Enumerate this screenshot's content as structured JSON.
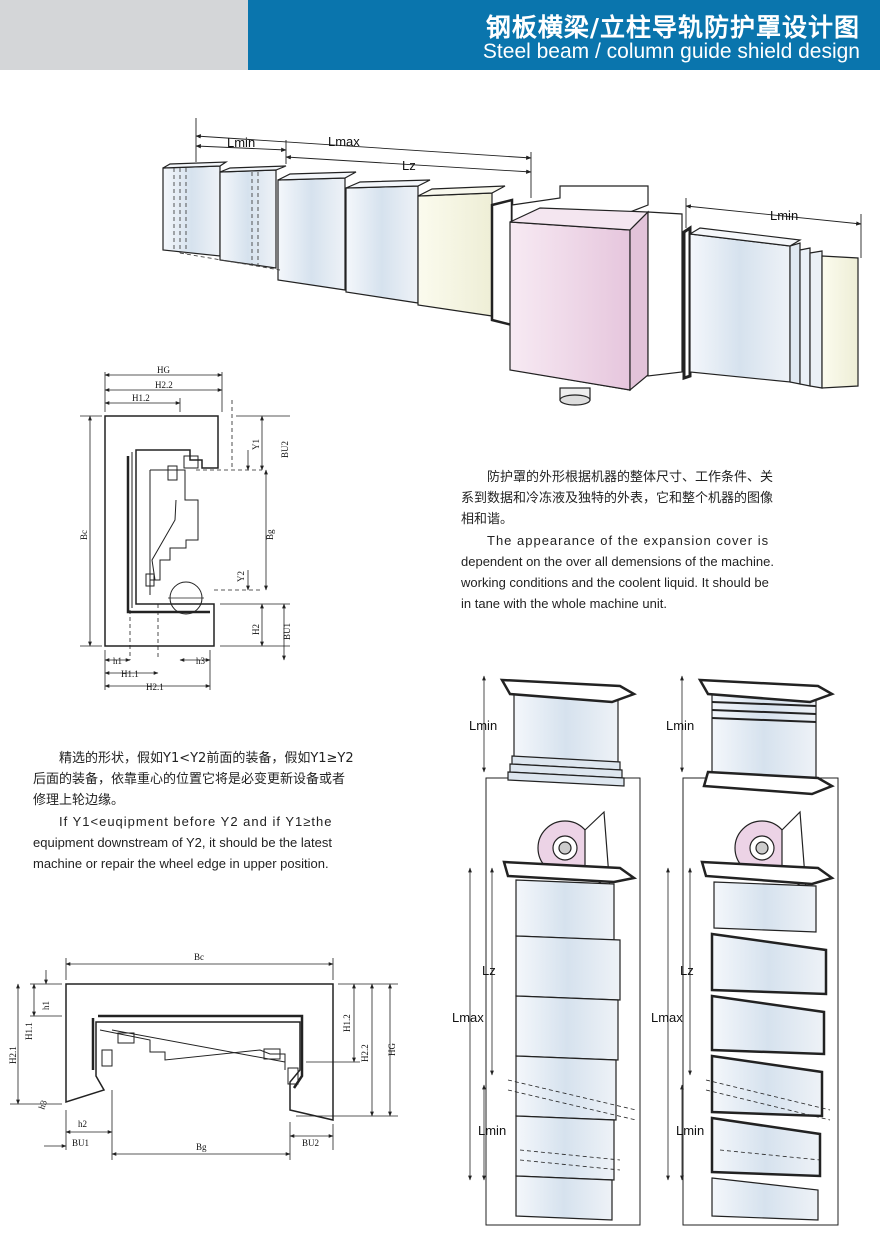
{
  "header": {
    "title_cn": "钢板横梁/立柱导轨防护罩设计图",
    "title_en": "Steel beam / column guide shield design"
  },
  "top_drawing": {
    "labels": {
      "lmin_left": "Lmin",
      "lmax": "Lmax",
      "lz": "Lz",
      "lmin_right": "Lmin"
    }
  },
  "section1": {
    "labels": {
      "hg": "HG",
      "h22": "H2.2",
      "h12": "H1.2",
      "bc": "Bc",
      "bg": "Bg",
      "y1": "Y1",
      "bu2": "BU2",
      "y2": "Y2",
      "h2": "H2",
      "bu1": "BU1",
      "h1": "h1",
      "h3": "h3",
      "h11": "H1.1",
      "h21": "H2.1"
    }
  },
  "desc": {
    "cn": "防护罩的外形根据机器的整体尺寸、工作条件、关系到数据和冷冻液及独特的外表，它和整个机器的图像相和谐。",
    "cn_lines": [
      "防护罩的外形根据机器的整体尺寸、工作条件、关",
      "系到数据和冷冻液及独特的外表，它和整个机器的图像",
      "相和谐。"
    ],
    "en_lines": [
      "The appearance of the expansion cover is",
      "dependent on the over all demensions of the machine.",
      "working conditions and the coolent liquid. It should be",
      "in tane with the whole machine unit."
    ]
  },
  "shape_note": {
    "cn_lines": [
      "精选的形状，假如Y1<Y2前面的装备，假如Y1≥Y2",
      "后面的装备，依靠重心的位置它将是必变更新设备或者",
      "修理上轮边缘。"
    ],
    "en_lines": [
      "If Y1<euqipment before Y2 and if Y1≥the",
      "equipment downstream of Y2, it should be the latest",
      "machine or repair the wheel edge in upper position."
    ]
  },
  "section2": {
    "labels": {
      "bc": "Bc",
      "h1": "h1",
      "h11": "H1.1",
      "h21": "H2.1",
      "h12": "H1.2",
      "h22": "H2.2",
      "hg": "HG",
      "h3": "h3",
      "h2": "h2",
      "bu1": "BU1",
      "bg": "Bg",
      "bu2": "BU2"
    }
  },
  "columns": {
    "left": {
      "lmin_top": "Lmin",
      "lz": "Lz",
      "lmax": "Lmax",
      "lmin_bottom": "Lmin"
    },
    "right": {
      "lmin_top": "Lmin",
      "lz": "Lz",
      "lmax": "Lmax",
      "lmin_bottom": "Lmin"
    }
  },
  "colors": {
    "header_blue": "#0a75ad",
    "header_grey": "#d4d6d8",
    "cover_blue": "#dfe8f2",
    "carriage_pink": "#ecd3e6"
  }
}
